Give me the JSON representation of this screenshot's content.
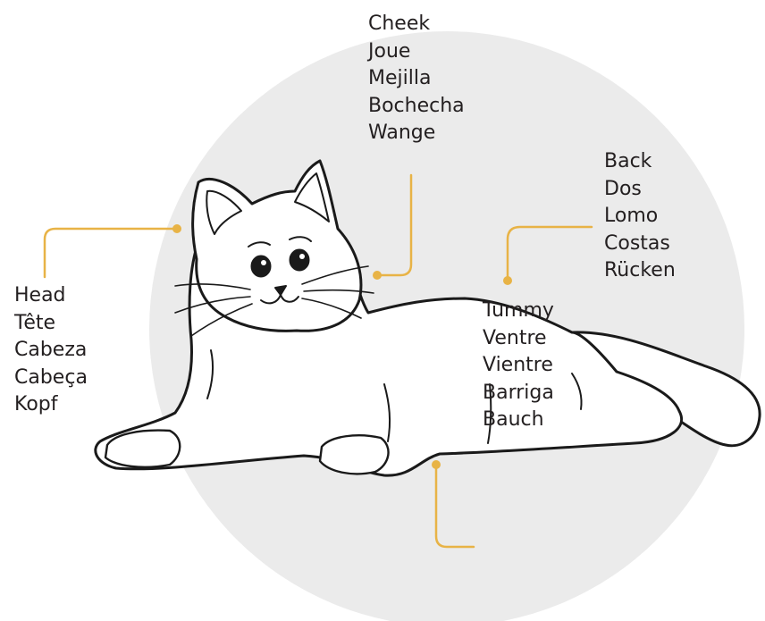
{
  "colors": {
    "background_circle": "#ebebeb",
    "leader_lines": "#e8b346",
    "outline": "#1a1a1a",
    "text": "#231f20"
  },
  "labels": {
    "head": [
      "Head",
      "Tête",
      "Cabeza",
      "Cabeça",
      "Kopf"
    ],
    "cheek": [
      "Cheek",
      "Joue",
      "Mejilla",
      "Bochecha",
      "Wange"
    ],
    "back": [
      "Back",
      "Dos",
      "Lomo",
      "Costas",
      "Rücken"
    ],
    "tummy": [
      "Tummy",
      "Ventre",
      "Vientre",
      "Barriga",
      "Bauch"
    ]
  }
}
